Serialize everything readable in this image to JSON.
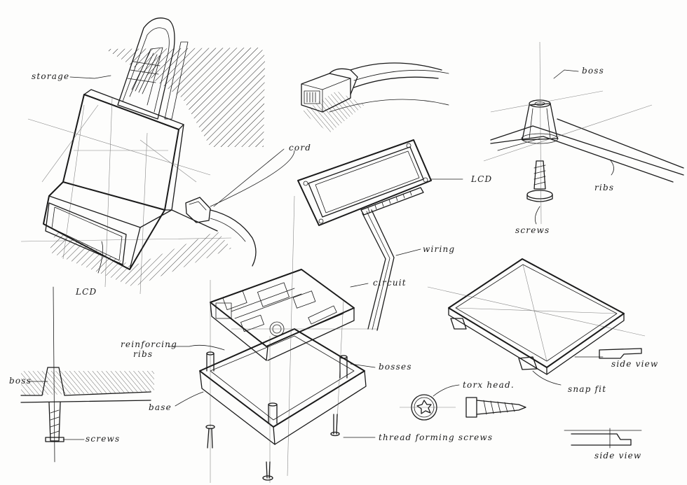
{
  "labels": {
    "storage": "storage",
    "cord": "cord",
    "lcd_left": "LCD",
    "lcd_right": "LCD",
    "boss_top": "boss",
    "ribs": "ribs",
    "screws_top": "screws",
    "wiring": "wiring",
    "circuit": "circuit",
    "reinforcing_ribs_line1": "reinforcing",
    "reinforcing_ribs_line2": "ribs",
    "bosses": "bosses",
    "base": "base",
    "boss_left": "boss",
    "screws_left": "screws",
    "torx_head": "torx head.",
    "thread_forming_screws": "thread forming screws",
    "side_view_1": "side view",
    "snap_fit": "snap fit",
    "side_view_2": "side view"
  },
  "colors": {
    "ink": "#1a1a1a",
    "paper": "#fdfdfc"
  }
}
